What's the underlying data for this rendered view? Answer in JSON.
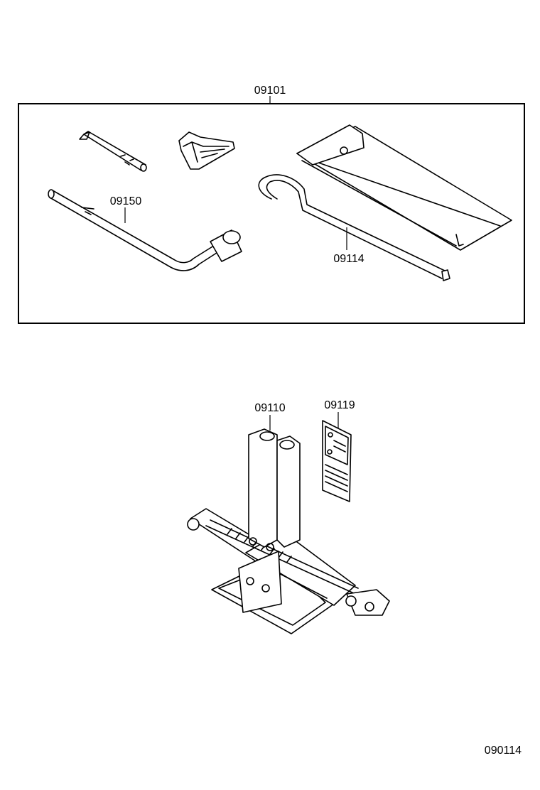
{
  "labels": {
    "tool_kit": "09101",
    "jack_handle": "09150",
    "hook": "09114",
    "jack": "09110",
    "caution_plate": "09119",
    "illustration_no": "090114"
  }
}
